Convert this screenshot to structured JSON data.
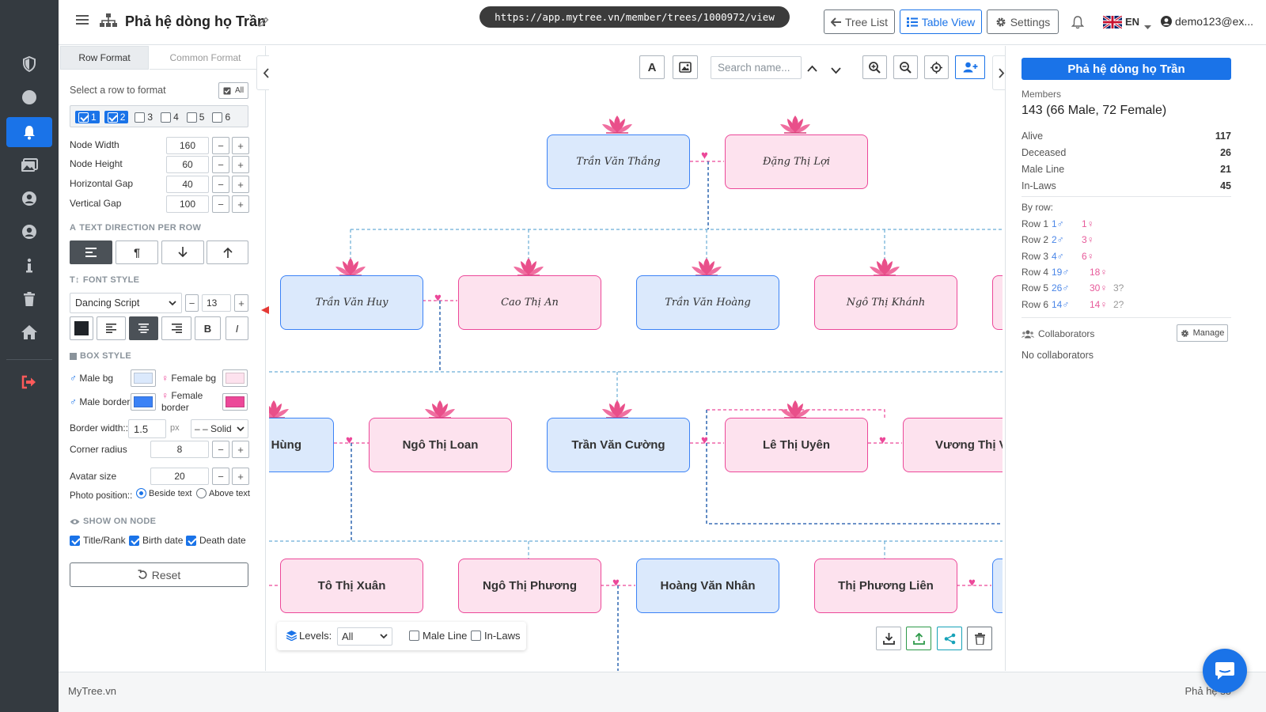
{
  "url": "https://app.mytree.vn/member/trees/1000972/view",
  "header": {
    "title": "Phả hệ dòng họ Trần",
    "tree_list": "Tree List",
    "table_view": "Table View",
    "settings": "Settings",
    "lang": "EN",
    "user": "demo123@ex..."
  },
  "left_panel": {
    "tabs": [
      "Row Format",
      "Common Format"
    ],
    "select_row_label": "Select a row to format",
    "all_label": "All",
    "rows": [
      {
        "label": "1",
        "checked": true
      },
      {
        "label": "2",
        "checked": true
      },
      {
        "label": "3",
        "checked": false
      },
      {
        "label": "4",
        "checked": false
      },
      {
        "label": "5",
        "checked": false
      },
      {
        "label": "6",
        "checked": false
      }
    ],
    "node_width_label": "Node Width",
    "node_width": "160",
    "node_height_label": "Node Height",
    "node_height": "60",
    "hgap_label": "Horizontal Gap",
    "hgap": "40",
    "vgap_label": "Vertical Gap",
    "vgap": "100",
    "text_dir_title": "TEXT DIRECTION PER ROW",
    "font_style_title": "FONT STYLE",
    "font_family": "Dancing Script",
    "font_size": "13",
    "bold": "B",
    "italic": "I",
    "box_style_title": "BOX STYLE",
    "male_bg_label": "Male bg",
    "female_bg_label": "Female bg",
    "male_border_label": "Male border",
    "female_border_label_1": "Female",
    "female_border_label_2": "border",
    "border_width_label": "Border width::",
    "border_width": "1.5",
    "px_unit": "px",
    "border_style": "– – Solid",
    "corner_radius_label": "Corner radius",
    "corner_radius": "8",
    "avatar_size_label": "Avatar size",
    "avatar_size": "20",
    "photo_position_label": "Photo position::",
    "beside_text": "Beside text",
    "above_text": "Above text",
    "show_on_node_title": "SHOW ON NODE",
    "title_rank": "Title/Rank",
    "birth_date": "Birth date",
    "death_date": "Death date",
    "reset": "Reset",
    "colors": {
      "male_bg": "#dbe9fc",
      "female_bg": "#fde2ee",
      "male_border": "#3b82f6",
      "female_border": "#ec4899"
    }
  },
  "canvas": {
    "search_placeholder": "Search name...",
    "levels_label": "Levels:",
    "levels_value": "All",
    "male_line": "Male Line",
    "in_laws": "In-Laws",
    "nodes": {
      "n1": "Trần Văn Thắng",
      "n2": "Đặng Thị Lợi",
      "n3": "Trần Văn Huy",
      "n4": "Cao Thị An",
      "n5": "Trần Văn Hoàng",
      "n6": "Ngô Thị Khánh",
      "n7": "Hùng",
      "n8": "Ngô Thị Loan",
      "n9": "Trần Văn Cường",
      "n10": "Lê Thị Uyên",
      "n11": "Vương Thị Vi",
      "n12": "Tô Thị Xuân",
      "n13": "Ngô Thị Phương",
      "n14": "Hoàng Văn Nhân",
      "n15": "Thị Phương Liên"
    }
  },
  "right_panel": {
    "title": "Phả hệ dòng họ Trần",
    "members_label": "Members",
    "members_value": "143 (66 Male, 72 Female)",
    "alive_label": "Alive",
    "alive": "117",
    "deceased_label": "Deceased",
    "deceased": "26",
    "male_line_label": "Male Line",
    "male_line": "21",
    "in_laws_label": "In-Laws",
    "in_laws": "45",
    "by_row_label": "By row:",
    "rows": [
      {
        "label": "Row 1",
        "male": "1♂",
        "female": "1♀",
        "unknown": ""
      },
      {
        "label": "Row 2",
        "male": "2♂",
        "female": "3♀",
        "unknown": ""
      },
      {
        "label": "Row 3",
        "male": "4♂",
        "female": "6♀",
        "unknown": ""
      },
      {
        "label": "Row 4",
        "male": "19♂",
        "female": "18♀",
        "unknown": ""
      },
      {
        "label": "Row 5",
        "male": "26♂",
        "female": "30♀",
        "unknown": "3?"
      },
      {
        "label": "Row 6",
        "male": "14♂",
        "female": "14♀",
        "unknown": "2?"
      }
    ],
    "collaborators_label": "Collaborators",
    "manage": "Manage",
    "no_collaborators": "No collaborators"
  },
  "footer": {
    "brand": "MyTree.vn",
    "right": "Phả hệ số"
  }
}
